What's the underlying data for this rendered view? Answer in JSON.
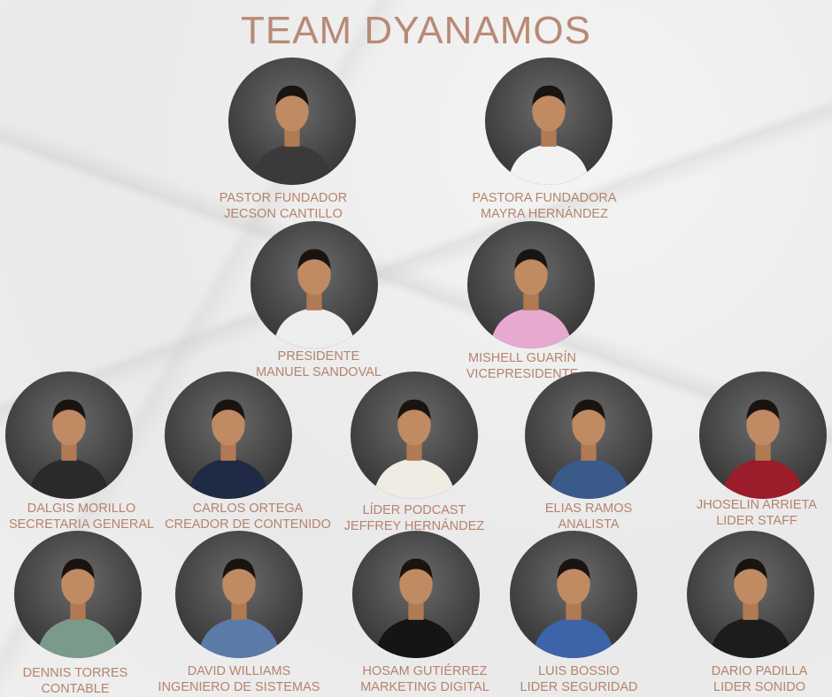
{
  "title": "TEAM DYANAMOS",
  "colors": {
    "accent": "#b88a75",
    "caption": "#b5836d",
    "photo_bg": "#3c3c3c"
  },
  "members": [
    {
      "role": "PASTOR FUNDADOR",
      "name": "JECSON CANTILLO",
      "shirt": "#3a3a3a"
    },
    {
      "role": "PASTORA FUNDADORA",
      "name": "MAYRA HERNÁNDEZ",
      "shirt": "#f2f2f2"
    },
    {
      "role": "PRESIDENTE",
      "name": "MANUEL SANDOVAL",
      "shirt": "#eeeeee"
    },
    {
      "role": "MISHELL GUARÍN",
      "name": "VICEPRESIDENTE",
      "shirt": "#e7a9d0"
    },
    {
      "role": "DALGIS MORILLO",
      "name": "SECRETARIA GENERAL",
      "shirt": "#2a2a2a"
    },
    {
      "role": "CARLOS ORTEGA",
      "name": "CREADOR DE CONTENIDO",
      "shirt": "#1f2a44"
    },
    {
      "role": "LÍDER PODCAST",
      "name": "JEFFREY HERNÁNDEZ",
      "shirt": "#f0ece4"
    },
    {
      "role": "ELIAS RAMOS",
      "name": "ANALISTA",
      "shirt": "#3a5a8a"
    },
    {
      "role": "JHOSELIN ARRIETA",
      "name": "LIDER STAFF",
      "shirt": "#9b1c2a"
    },
    {
      "role": "DENNIS TORRES",
      "name": "CONTABLE",
      "shirt": "#7a9a8a"
    },
    {
      "role": "DAVID WILLIAMS",
      "name": "INGENIERO DE SISTEMAS",
      "shirt": "#5a7aa8"
    },
    {
      "role": "HOSAM GUTIÉRREZ",
      "name": "MARKETING DIGITAL",
      "shirt": "#151515"
    },
    {
      "role": "LUIS BOSSIO",
      "name": "LIDER SEGURIDAD",
      "shirt": "#3d63a8"
    },
    {
      "role": "DARIO PADILLA",
      "name": "LIDER SONIDO",
      "shirt": "#1c1c1c"
    }
  ]
}
